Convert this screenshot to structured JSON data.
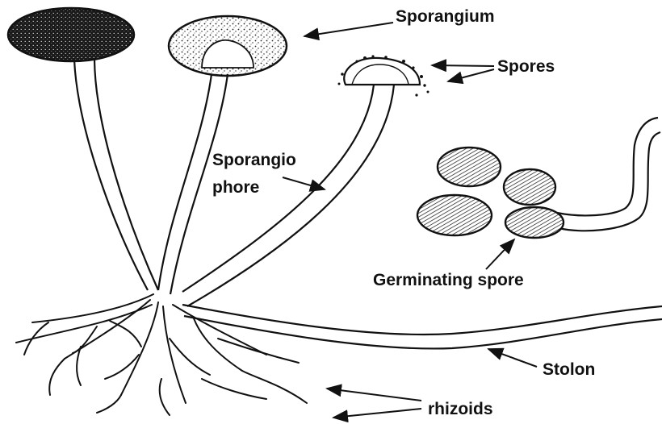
{
  "labels": {
    "sporangium": "Sporangium",
    "spores": "Spores",
    "sporangiophore_line1": "Sporangio",
    "sporangiophore_line2": "phore",
    "germinating_spore": "Germinating spore",
    "stolon": "Stolon",
    "rhizoids": "rhizoids"
  },
  "colors": {
    "ink": "#111111",
    "background": "#ffffff"
  }
}
